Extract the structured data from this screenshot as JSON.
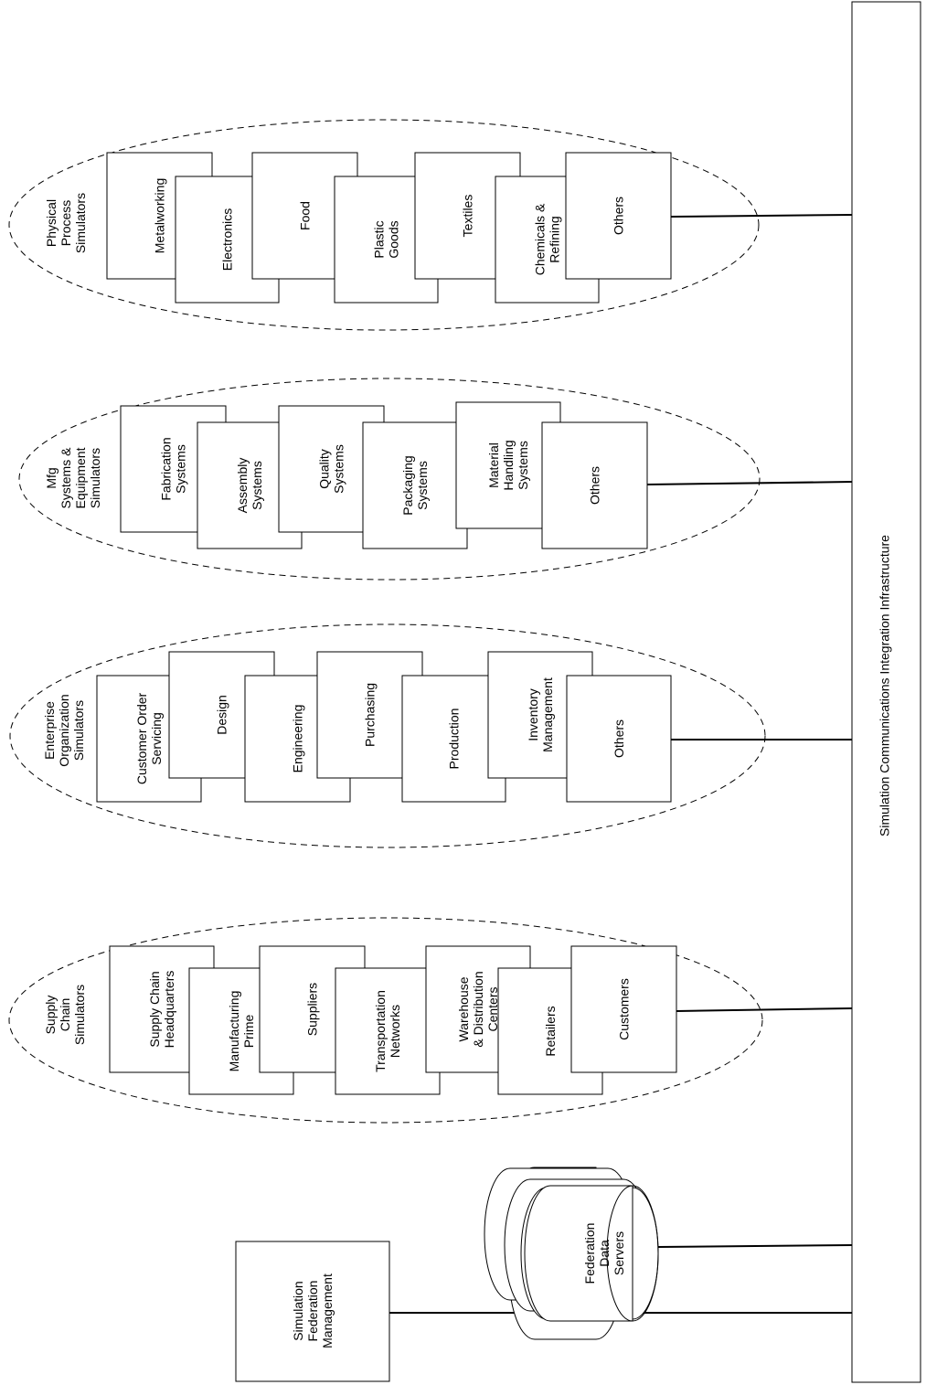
{
  "infrastructure": {
    "label": "Simulation Communications Integration Infrastructure"
  },
  "groups": [
    {
      "title": [
        "Physical",
        "Process",
        "Simulators"
      ],
      "boxes": [
        {
          "lines": [
            "Metalworking"
          ]
        },
        {
          "lines": [
            "Electronics"
          ]
        },
        {
          "lines": [
            "Food"
          ]
        },
        {
          "lines": [
            "Plastic",
            "Goods"
          ]
        },
        {
          "lines": [
            "Textiles"
          ]
        },
        {
          "lines": [
            "Chemicals &",
            "Refining"
          ]
        },
        {
          "lines": [
            "Others"
          ]
        }
      ]
    },
    {
      "title": [
        "Mfg",
        "Systems &",
        "Equipment",
        "Simulators"
      ],
      "boxes": [
        {
          "lines": [
            "Fabrication",
            "Systems"
          ]
        },
        {
          "lines": [
            "Assembly",
            "Systems"
          ]
        },
        {
          "lines": [
            "Quality",
            "Systems"
          ]
        },
        {
          "lines": [
            "Packaging",
            "Systems"
          ]
        },
        {
          "lines": [
            "Material",
            "Handling",
            "Systems"
          ]
        },
        {
          "lines": [
            "Others"
          ]
        }
      ]
    },
    {
      "title": [
        "Enterprise",
        "Organization",
        "Simulators"
      ],
      "boxes": [
        {
          "lines": [
            "Customer Order",
            "Servicing"
          ]
        },
        {
          "lines": [
            "Design"
          ]
        },
        {
          "lines": [
            "Engineering"
          ]
        },
        {
          "lines": [
            "Purchasing"
          ]
        },
        {
          "lines": [
            "Production"
          ]
        },
        {
          "lines": [
            "Inventory",
            "Management"
          ]
        },
        {
          "lines": [
            "Others"
          ]
        }
      ]
    },
    {
      "title": [
        "Supply",
        "Chain",
        "Simulators"
      ],
      "boxes": [
        {
          "lines": [
            "Supply Chain",
            "Headquarters"
          ]
        },
        {
          "lines": [
            "Manufacturing",
            "Prime"
          ]
        },
        {
          "lines": [
            "Suppliers"
          ]
        },
        {
          "lines": [
            "Transportation",
            "Networks"
          ]
        },
        {
          "lines": [
            "Warehouse",
            "& Distribution",
            "Centers"
          ]
        },
        {
          "lines": [
            "Retailers"
          ]
        },
        {
          "lines": [
            "Customers"
          ]
        }
      ]
    }
  ],
  "data_servers": {
    "lines": [
      "Federation",
      "Data",
      "Servers"
    ]
  },
  "federation_management": {
    "lines": [
      "Simulation",
      "Federation",
      "Management"
    ]
  }
}
